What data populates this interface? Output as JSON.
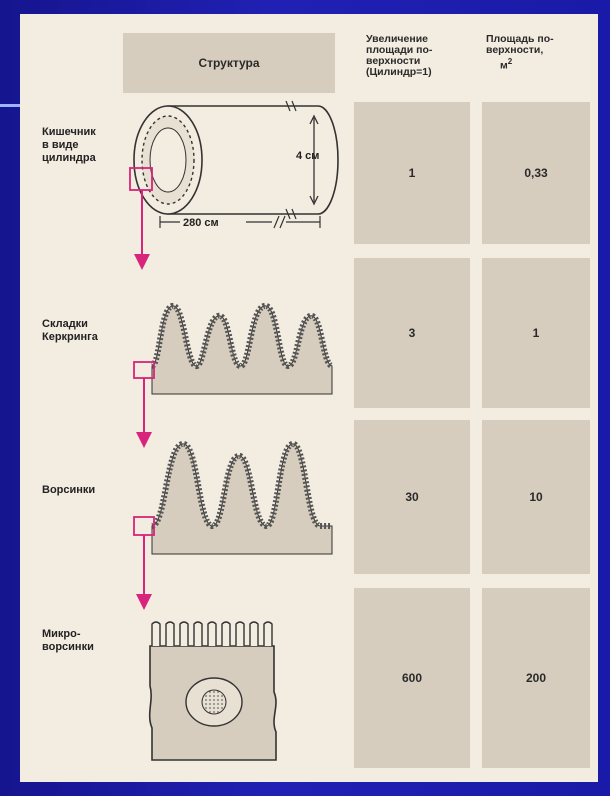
{
  "header": {
    "structure": "Структура",
    "increase": [
      "Увеличение",
      "площади по-",
      "верхности",
      "(Цилиндр=1)"
    ],
    "area": [
      "Площадь по-",
      "верхности,",
      "м"
    ],
    "area_sup": "2"
  },
  "dimensions": {
    "diameter": "4 см",
    "length": "280 см"
  },
  "rows": [
    {
      "label": [
        "Кишечник",
        "в виде",
        "цилиндра"
      ],
      "increase": "1",
      "area": "0,33"
    },
    {
      "label": [
        "Складки",
        "Керкринга"
      ],
      "increase": "3",
      "area": "1"
    },
    {
      "label": [
        "Ворсинки"
      ],
      "increase": "30",
      "area": "10"
    },
    {
      "label": [
        "Микро-",
        "ворсинки"
      ],
      "increase": "600",
      "area": "200"
    }
  ],
  "colors": {
    "background": "#1a1aa0",
    "paper": "#f3ece0",
    "cells": "#d6cdbe",
    "arrow": "#d8247a"
  }
}
